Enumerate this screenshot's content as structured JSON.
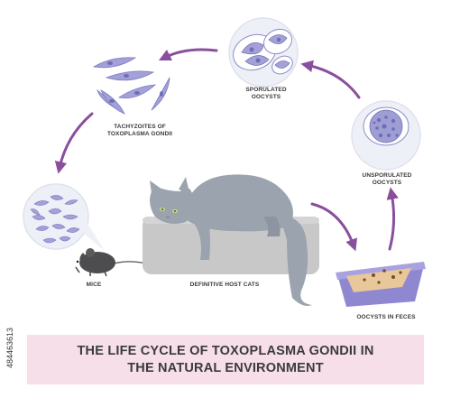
{
  "labels": {
    "tachyzoites_line1": "TACHYZOITES OF",
    "tachyzoites_line2": "TOXOPLASMA GONDII",
    "sporulated_line1": "SPORULATED",
    "sporulated_line2": "OOCYSTS",
    "unsporulated_line1": "UNSPORULATED",
    "unsporulated_line2": "OOCYSTS",
    "mice": "MICE",
    "cats": "DEFINITIVE HOST CATS",
    "feces": "OOCYSTS IN FECES"
  },
  "title": {
    "line1": "THE LIFE CYCLE OF TOXOPLASMA GONDII IN",
    "line2": "THE NATURAL ENVIRONMENT"
  },
  "stock_id": "484463613",
  "colors": {
    "arrow": "#8a4f9c",
    "cell_fill": "#eef0f7",
    "parasite": "#9f9ed4",
    "parasite_dark": "#6f6eb5",
    "cat": "#9aa3ae",
    "pillow": "#c8c8c8",
    "litter_box": "#9c93d6",
    "sand": "#e8c79a",
    "banner": "#f6dfe8"
  }
}
